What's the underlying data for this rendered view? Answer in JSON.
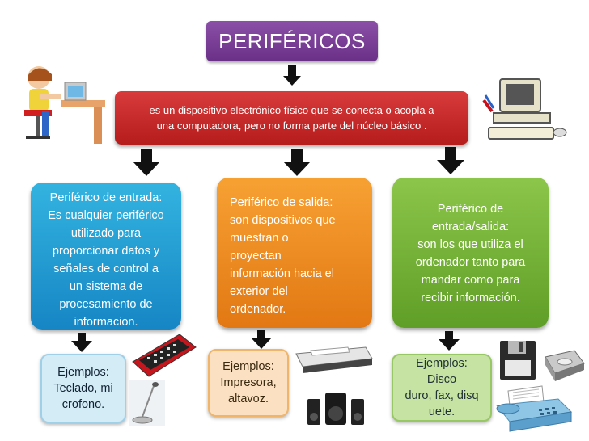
{
  "title": "PERIFÉRICOS",
  "definition": "es un dispositivo electrónico físico que se conecta o acopla a\nuna computadora, pero no forma parte del núcleo básico .",
  "input": {
    "text": "Periférico de entrada:\nEs cualquier periférico\nutilizado para\nproporcionar datos y\nseñales de control a\nun sistema de\nprocesamiento de\ninformacion.",
    "examples": "Ejemplos:\nTeclado, mi\ncrofono."
  },
  "output": {
    "text": "Periférico de salida:\nson dispositivos que\nmuestran o\nproyectan\ninformación hacia el\nexterior del\nordenador.",
    "examples": "Ejemplos:\nImpresora,\naltavoz."
  },
  "io": {
    "text": "Periférico de\nentrada/salida:\nson los que utiliza el\nordenador tanto para\nmandar como para\nrecibir información.",
    "examples": "Ejemplos:\nDisco\nduro, fax, disq\nuete."
  },
  "colors": {
    "title": "#7a3c97",
    "definition": "#c62828",
    "input": "#1e97d3",
    "output": "#f08c20",
    "io": "#76b33a"
  }
}
